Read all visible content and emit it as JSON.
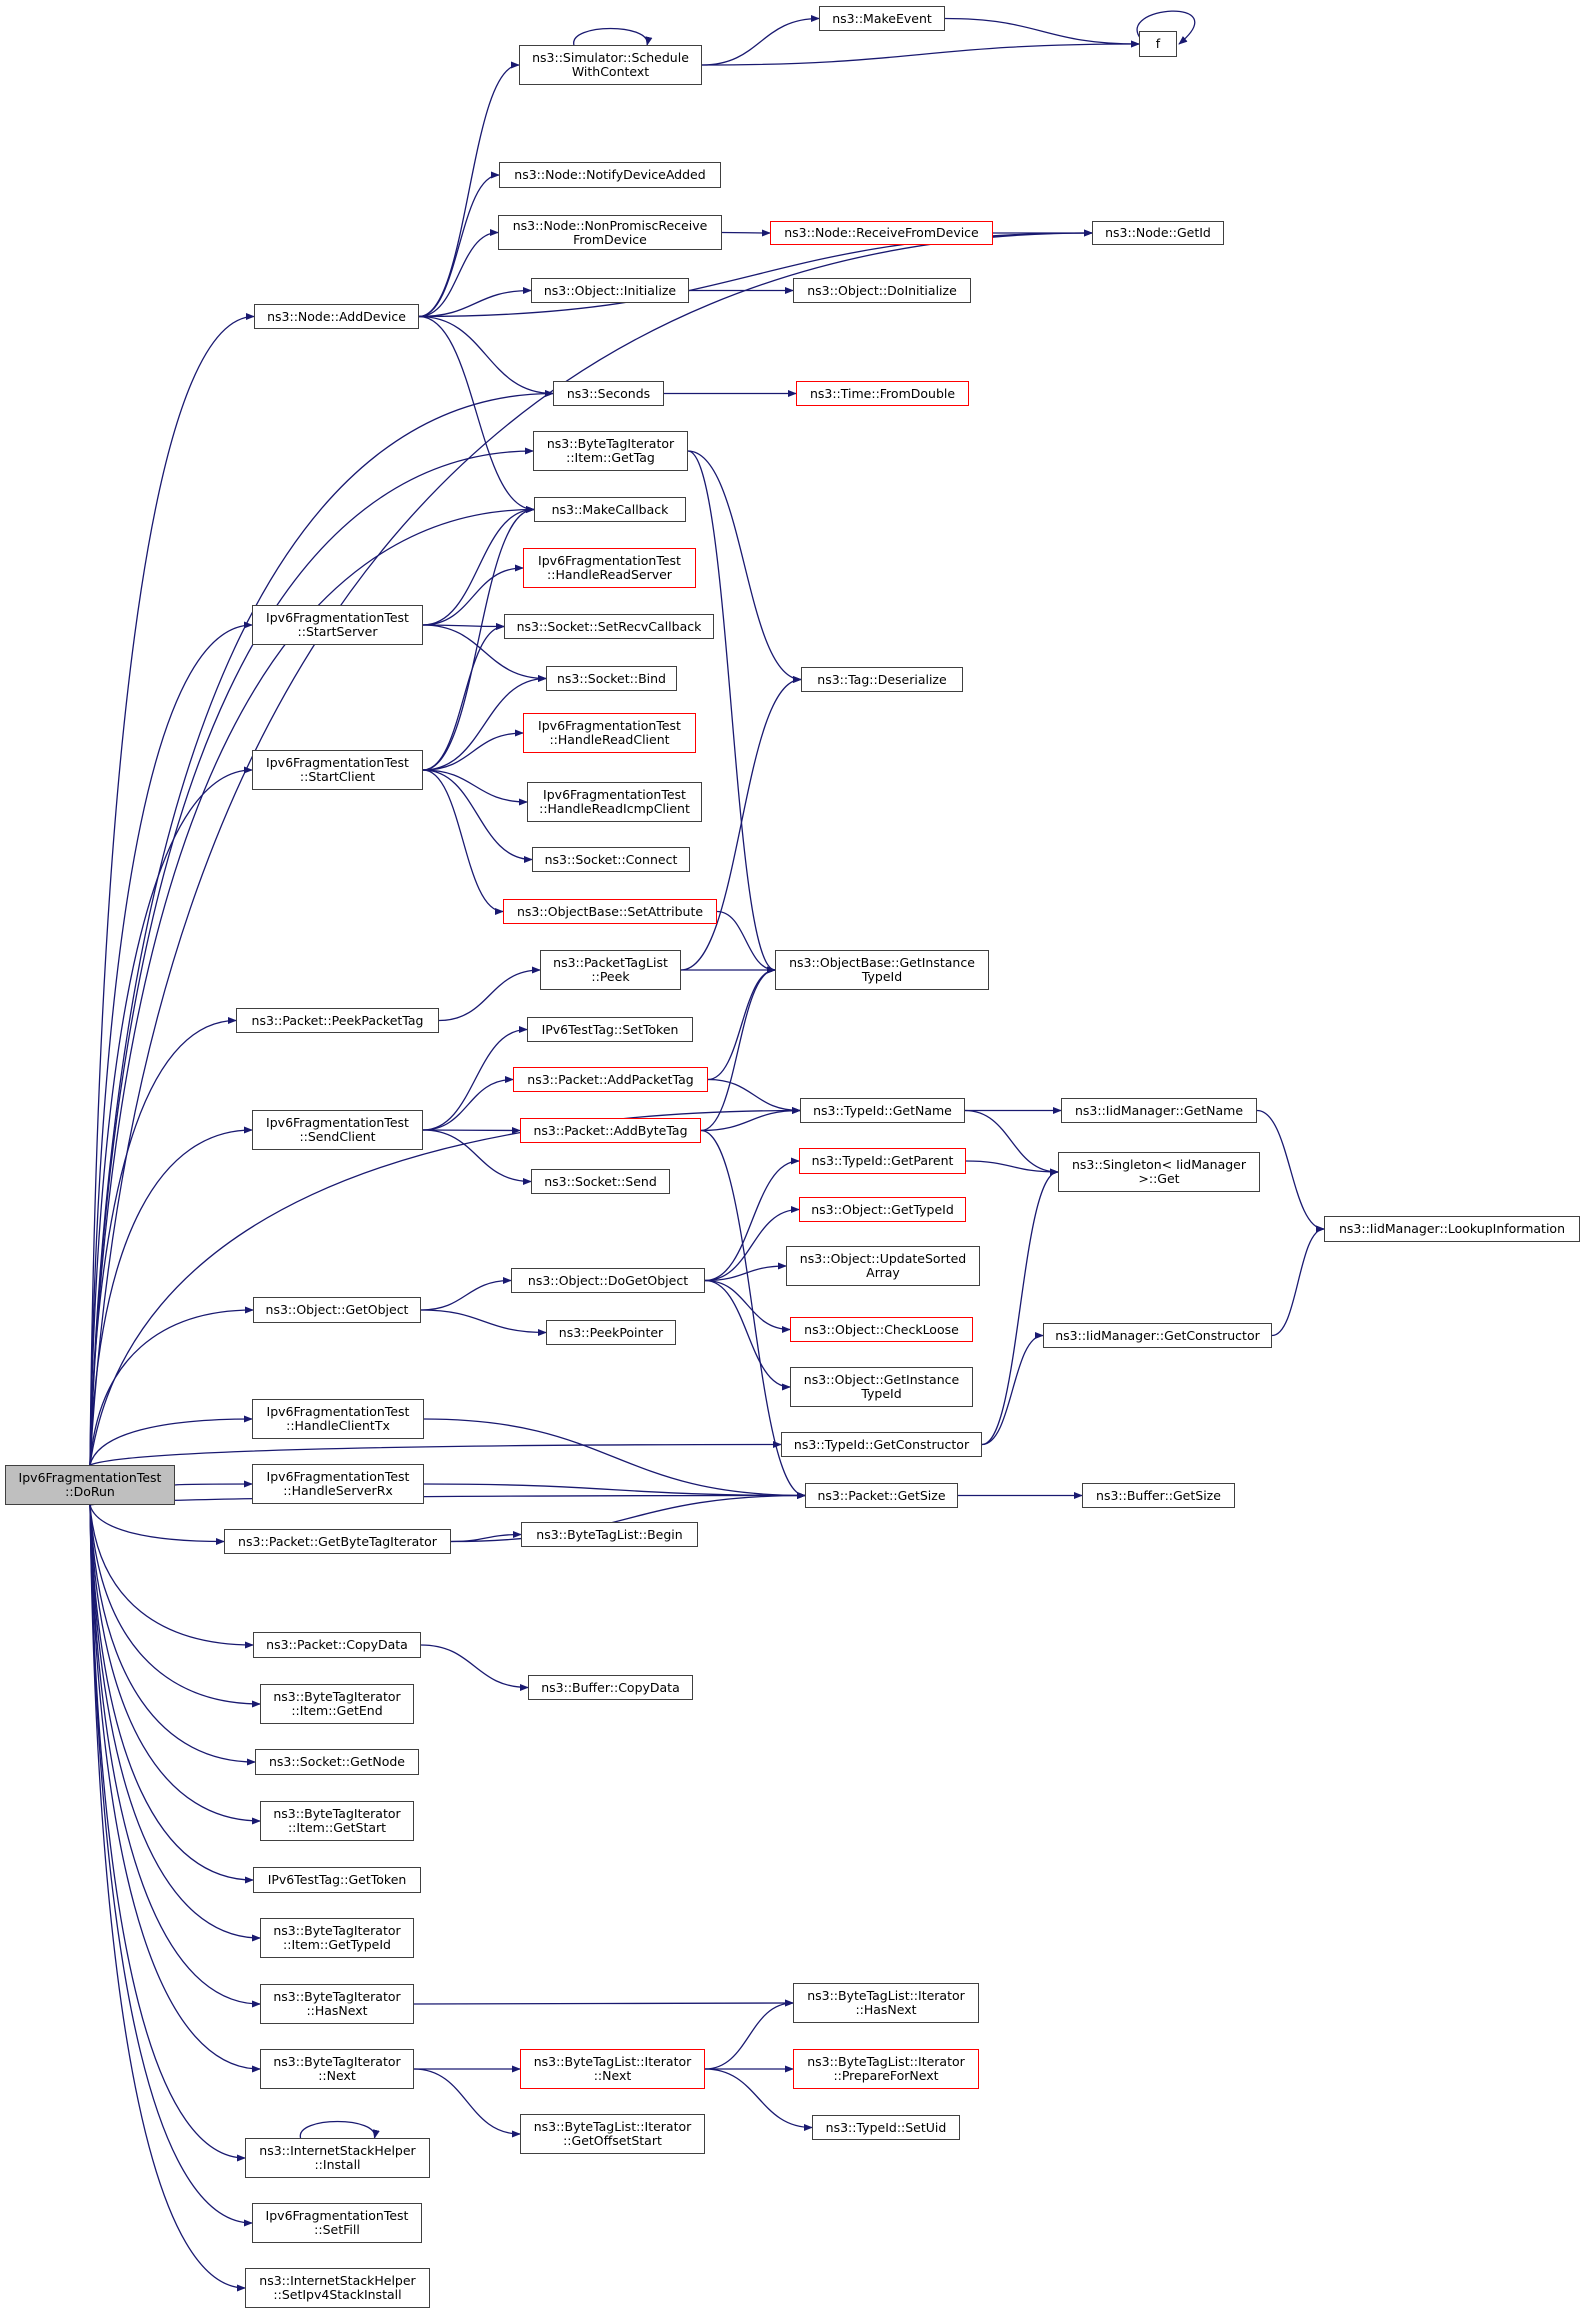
{
  "graph": {
    "title": "Ipv6FragmentationTest::DoRun call graph",
    "colors": {
      "edge": "#191970",
      "node_border": "#404040",
      "missing_node_border": "#ff0000",
      "root_fill": "#bfbfbf"
    },
    "nodes": {
      "dorun": {
        "lines": [
          "Ipv6FragmentationTest",
          "::DoRun"
        ],
        "red": false,
        "root": true
      },
      "schedule": {
        "lines": [
          "ns3::Simulator::Schedule",
          "WithContext"
        ],
        "red": false
      },
      "makeevent": {
        "lines": [
          "ns3::MakeEvent"
        ],
        "red": false
      },
      "f": {
        "lines": [
          "f"
        ],
        "red": false
      },
      "notifydeviceadded": {
        "lines": [
          "ns3::Node::NotifyDeviceAdded"
        ],
        "red": false
      },
      "nonpromisc": {
        "lines": [
          "ns3::Node::NonPromiscReceive",
          "FromDevice"
        ],
        "red": false
      },
      "receivefromdevice": {
        "lines": [
          "ns3::Node::ReceiveFromDevice"
        ],
        "red": true
      },
      "getid": {
        "lines": [
          "ns3::Node::GetId"
        ],
        "red": false
      },
      "initialize": {
        "lines": [
          "ns3::Object::Initialize"
        ],
        "red": false
      },
      "doinitialize": {
        "lines": [
          "ns3::Object::DoInitialize"
        ],
        "red": false
      },
      "adddevice": {
        "lines": [
          "ns3::Node::AddDevice"
        ],
        "red": false
      },
      "seconds": {
        "lines": [
          "ns3::Seconds"
        ],
        "red": false
      },
      "fromdouble": {
        "lines": [
          "ns3::Time::FromDouble"
        ],
        "red": true
      },
      "gettag": {
        "lines": [
          "ns3::ByteTagIterator",
          "::Item::GetTag"
        ],
        "red": false
      },
      "makecallback": {
        "lines": [
          "ns3::MakeCallback"
        ],
        "red": false
      },
      "handlereadserver": {
        "lines": [
          "Ipv6FragmentationTest",
          "::HandleReadServer"
        ],
        "red": true
      },
      "startserver": {
        "lines": [
          "Ipv6FragmentationTest",
          "::StartServer"
        ],
        "red": false
      },
      "setrecvcallback": {
        "lines": [
          "ns3::Socket::SetRecvCallback"
        ],
        "red": false
      },
      "bind": {
        "lines": [
          "ns3::Socket::Bind"
        ],
        "red": false
      },
      "deserialize": {
        "lines": [
          "ns3::Tag::Deserialize"
        ],
        "red": false
      },
      "handlereadclient": {
        "lines": [
          "Ipv6FragmentationTest",
          "::HandleReadClient"
        ],
        "red": true
      },
      "startclient": {
        "lines": [
          "Ipv6FragmentationTest",
          "::StartClient"
        ],
        "red": false
      },
      "handlereadicmp": {
        "lines": [
          "Ipv6FragmentationTest",
          "::HandleReadIcmpClient"
        ],
        "red": false
      },
      "connect": {
        "lines": [
          "ns3::Socket::Connect"
        ],
        "red": false
      },
      "setattribute": {
        "lines": [
          "ns3::ObjectBase::SetAttribute"
        ],
        "red": true
      },
      "peek": {
        "lines": [
          "ns3::PacketTagList",
          "::Peek"
        ],
        "red": false
      },
      "obgetinstancetypeid": {
        "lines": [
          "ns3::ObjectBase::GetInstance",
          "TypeId"
        ],
        "red": false
      },
      "peekpackettag": {
        "lines": [
          "ns3::Packet::PeekPacketTag"
        ],
        "red": false
      },
      "settoken": {
        "lines": [
          "IPv6TestTag::SetToken"
        ],
        "red": false
      },
      "addpackettag": {
        "lines": [
          "ns3::Packet::AddPacketTag"
        ],
        "red": true
      },
      "sendclient": {
        "lines": [
          "Ipv6FragmentationTest",
          "::SendClient"
        ],
        "red": false
      },
      "typeidgetname": {
        "lines": [
          "ns3::TypeId::GetName"
        ],
        "red": false
      },
      "iidgetname": {
        "lines": [
          "ns3::IidManager::GetName"
        ],
        "red": false
      },
      "addbytetag": {
        "lines": [
          "ns3::Packet::AddByteTag"
        ],
        "red": true
      },
      "singleton": {
        "lines": [
          "ns3::Singleton< IidManager",
          ">::Get"
        ],
        "red": false
      },
      "send": {
        "lines": [
          "ns3::Socket::Send"
        ],
        "red": false
      },
      "getparent": {
        "lines": [
          "ns3::TypeId::GetParent"
        ],
        "red": true
      },
      "lookup": {
        "lines": [
          "ns3::IidManager::LookupInformation"
        ],
        "red": false
      },
      "objgettypeid": {
        "lines": [
          "ns3::Object::GetTypeId"
        ],
        "red": true
      },
      "updatesorted": {
        "lines": [
          "ns3::Object::UpdateSorted",
          "Array"
        ],
        "red": false
      },
      "dogetobject": {
        "lines": [
          "ns3::Object::DoGetObject"
        ],
        "red": false
      },
      "getobject": {
        "lines": [
          "ns3::Object::GetObject"
        ],
        "red": false
      },
      "peekpointer": {
        "lines": [
          "ns3::PeekPointer"
        ],
        "red": false
      },
      "checkloose": {
        "lines": [
          "ns3::Object::CheckLoose"
        ],
        "red": true
      },
      "iidgetconstructor": {
        "lines": [
          "ns3::IidManager::GetConstructor"
        ],
        "red": false
      },
      "objgetinstancetypeid": {
        "lines": [
          "ns3::Object::GetInstance",
          "TypeId"
        ],
        "red": false
      },
      "handleclienttx": {
        "lines": [
          "Ipv6FragmentationTest",
          "::HandleClientTx"
        ],
        "red": false
      },
      "typeidgetconstructor": {
        "lines": [
          "ns3::TypeId::GetConstructor"
        ],
        "red": false
      },
      "handleserverrx": {
        "lines": [
          "Ipv6FragmentationTest",
          "::HandleServerRx"
        ],
        "red": false
      },
      "packetgetsize": {
        "lines": [
          "ns3::Packet::GetSize"
        ],
        "red": false
      },
      "buffergetsize": {
        "lines": [
          "ns3::Buffer::GetSize"
        ],
        "red": false
      },
      "getbytetagiterator": {
        "lines": [
          "ns3::Packet::GetByteTagIterator"
        ],
        "red": false
      },
      "begin": {
        "lines": [
          "ns3::ByteTagList::Begin"
        ],
        "red": false
      },
      "copydata": {
        "lines": [
          "ns3::Packet::CopyData"
        ],
        "red": false
      },
      "buffercopydata": {
        "lines": [
          "ns3::Buffer::CopyData"
        ],
        "red": false
      },
      "getend": {
        "lines": [
          "ns3::ByteTagIterator",
          "::Item::GetEnd"
        ],
        "red": false
      },
      "getnode": {
        "lines": [
          "ns3::Socket::GetNode"
        ],
        "red": false
      },
      "getstart": {
        "lines": [
          "ns3::ByteTagIterator",
          "::Item::GetStart"
        ],
        "red": false
      },
      "gettoken": {
        "lines": [
          "IPv6TestTag::GetToken"
        ],
        "red": false
      },
      "itemgettypeid": {
        "lines": [
          "ns3::ByteTagIterator",
          "::Item::GetTypeId"
        ],
        "red": false
      },
      "hasnext": {
        "lines": [
          "ns3::ByteTagIterator",
          "::HasNext"
        ],
        "red": false
      },
      "iterhasnext": {
        "lines": [
          "ns3::ByteTagList::Iterator",
          "::HasNext"
        ],
        "red": false
      },
      "next": {
        "lines": [
          "ns3::ByteTagIterator",
          "::Next"
        ],
        "red": false
      },
      "iternext": {
        "lines": [
          "ns3::ByteTagList::Iterator",
          "::Next"
        ],
        "red": true
      },
      "prepare": {
        "lines": [
          "ns3::ByteTagList::Iterator",
          "::PrepareForNext"
        ],
        "red": true
      },
      "offsetstart": {
        "lines": [
          "ns3::ByteTagList::Iterator",
          "::GetOffsetStart"
        ],
        "red": false
      },
      "setuid": {
        "lines": [
          "ns3::TypeId::SetUid"
        ],
        "red": false
      },
      "install": {
        "lines": [
          "ns3::InternetStackHelper",
          "::Install"
        ],
        "red": false
      },
      "setfill": {
        "lines": [
          "Ipv6FragmentationTest",
          "::SetFill"
        ],
        "red": false
      },
      "setipv4": {
        "lines": [
          "ns3::InternetStackHelper",
          "::SetIpv4StackInstall"
        ],
        "red": false
      }
    },
    "edges": [
      [
        "dorun",
        "adddevice"
      ],
      [
        "dorun",
        "getid"
      ],
      [
        "dorun",
        "seconds"
      ],
      [
        "dorun",
        "gettag"
      ],
      [
        "dorun",
        "makecallback"
      ],
      [
        "dorun",
        "startserver"
      ],
      [
        "dorun",
        "startclient"
      ],
      [
        "dorun",
        "peekpackettag"
      ],
      [
        "dorun",
        "sendclient"
      ],
      [
        "dorun",
        "typeidgetname"
      ],
      [
        "dorun",
        "getobject"
      ],
      [
        "dorun",
        "handleclienttx"
      ],
      [
        "dorun",
        "typeidgetconstructor"
      ],
      [
        "dorun",
        "handleserverrx"
      ],
      [
        "dorun",
        "getbytetagiterator"
      ],
      [
        "dorun",
        "packetgetsize"
      ],
      [
        "dorun",
        "copydata"
      ],
      [
        "dorun",
        "getend"
      ],
      [
        "dorun",
        "getnode"
      ],
      [
        "dorun",
        "getstart"
      ],
      [
        "dorun",
        "gettoken"
      ],
      [
        "dorun",
        "itemgettypeid"
      ],
      [
        "dorun",
        "hasnext"
      ],
      [
        "dorun",
        "next"
      ],
      [
        "dorun",
        "install"
      ],
      [
        "dorun",
        "setfill"
      ],
      [
        "dorun",
        "setipv4"
      ],
      [
        "schedule",
        "schedule"
      ],
      [
        "schedule",
        "makeevent"
      ],
      [
        "schedule",
        "f"
      ],
      [
        "makeevent",
        "f"
      ],
      [
        "f",
        "f"
      ],
      [
        "adddevice",
        "schedule"
      ],
      [
        "adddevice",
        "notifydeviceadded"
      ],
      [
        "adddevice",
        "nonpromisc"
      ],
      [
        "adddevice",
        "initialize"
      ],
      [
        "adddevice",
        "getid"
      ],
      [
        "adddevice",
        "seconds"
      ],
      [
        "adddevice",
        "makecallback"
      ],
      [
        "nonpromisc",
        "receivefromdevice"
      ],
      [
        "receivefromdevice",
        "getid"
      ],
      [
        "initialize",
        "doinitialize"
      ],
      [
        "seconds",
        "fromdouble"
      ],
      [
        "gettag",
        "deserialize"
      ],
      [
        "gettag",
        "obgetinstancetypeid"
      ],
      [
        "startserver",
        "makecallback"
      ],
      [
        "startserver",
        "handlereadserver"
      ],
      [
        "startserver",
        "setrecvcallback"
      ],
      [
        "startserver",
        "bind"
      ],
      [
        "startclient",
        "makecallback"
      ],
      [
        "startclient",
        "setrecvcallback"
      ],
      [
        "startclient",
        "bind"
      ],
      [
        "startclient",
        "handlereadclient"
      ],
      [
        "startclient",
        "handlereadicmp"
      ],
      [
        "startclient",
        "connect"
      ],
      [
        "startclient",
        "setattribute"
      ],
      [
        "setattribute",
        "obgetinstancetypeid"
      ],
      [
        "peek",
        "deserialize"
      ],
      [
        "peek",
        "obgetinstancetypeid"
      ],
      [
        "peekpackettag",
        "peek"
      ],
      [
        "sendclient",
        "settoken"
      ],
      [
        "sendclient",
        "addpackettag"
      ],
      [
        "sendclient",
        "addbytetag"
      ],
      [
        "sendclient",
        "send"
      ],
      [
        "addpackettag",
        "obgetinstancetypeid"
      ],
      [
        "addpackettag",
        "typeidgetname"
      ],
      [
        "addbytetag",
        "obgetinstancetypeid"
      ],
      [
        "addbytetag",
        "typeidgetname"
      ],
      [
        "addbytetag",
        "packetgetsize"
      ],
      [
        "typeidgetname",
        "iidgetname"
      ],
      [
        "typeidgetname",
        "singleton"
      ],
      [
        "iidgetname",
        "lookup"
      ],
      [
        "getparent",
        "singleton"
      ],
      [
        "getobject",
        "dogetobject"
      ],
      [
        "getobject",
        "peekpointer"
      ],
      [
        "dogetobject",
        "getparent"
      ],
      [
        "dogetobject",
        "objgettypeid"
      ],
      [
        "dogetobject",
        "updatesorted"
      ],
      [
        "dogetobject",
        "checkloose"
      ],
      [
        "dogetobject",
        "objgetinstancetypeid"
      ],
      [
        "typeidgetconstructor",
        "singleton"
      ],
      [
        "typeidgetconstructor",
        "iidgetconstructor"
      ],
      [
        "iidgetconstructor",
        "lookup"
      ],
      [
        "handleclienttx",
        "packetgetsize"
      ],
      [
        "handleserverrx",
        "packetgetsize"
      ],
      [
        "packetgetsize",
        "buffergetsize"
      ],
      [
        "getbytetagiterator",
        "begin"
      ],
      [
        "getbytetagiterator",
        "packetgetsize"
      ],
      [
        "copydata",
        "buffercopydata"
      ],
      [
        "hasnext",
        "iterhasnext"
      ],
      [
        "next",
        "iternext"
      ],
      [
        "next",
        "offsetstart"
      ],
      [
        "iternext",
        "iterhasnext"
      ],
      [
        "iternext",
        "prepare"
      ],
      [
        "iternext",
        "setuid"
      ],
      [
        "install",
        "install"
      ]
    ]
  }
}
